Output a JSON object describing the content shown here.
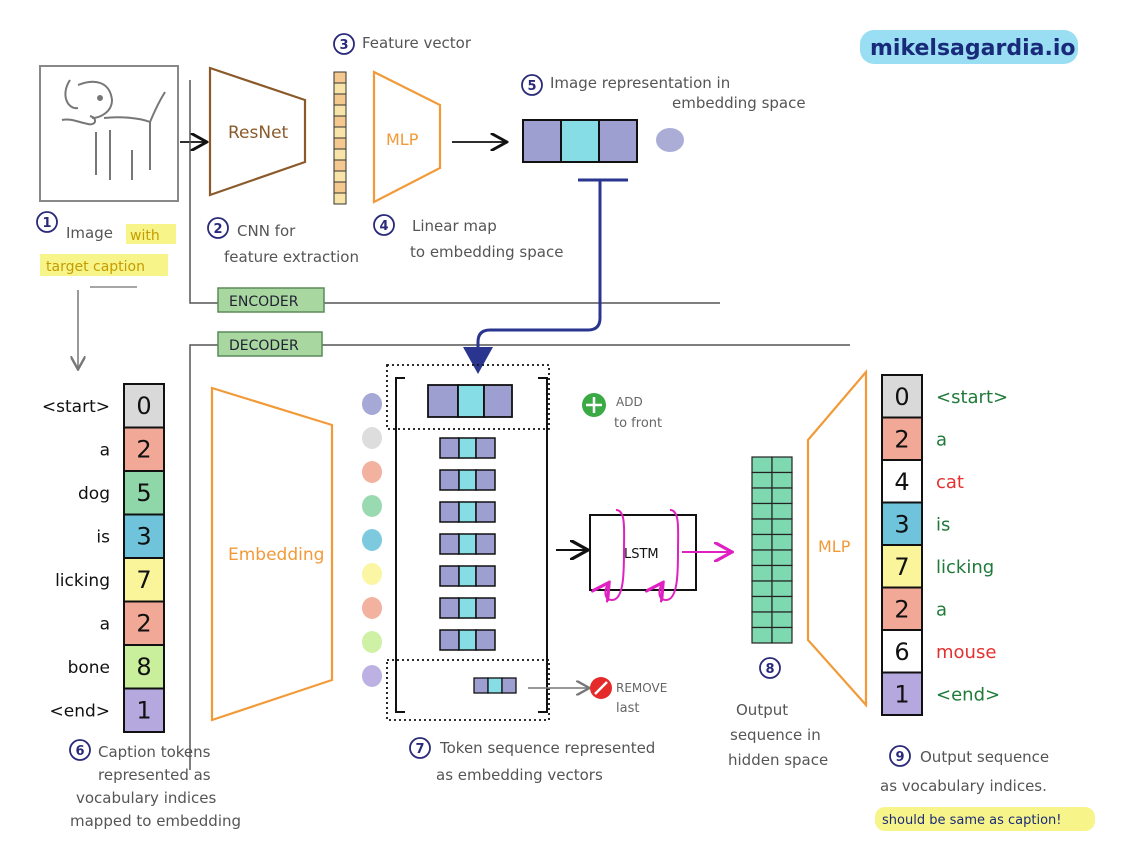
{
  "brand": "mikelsagardia.io",
  "steps": {
    "s1": {
      "num": "1",
      "label": "Image",
      "highlight1": "with",
      "highlight2": "target caption"
    },
    "s2": {
      "num": "2",
      "line1": "CNN for",
      "line2": "feature extraction",
      "block": "ResNet"
    },
    "s3": {
      "num": "3",
      "label": "Feature vector"
    },
    "s4": {
      "num": "4",
      "line1": "Linear map",
      "line2": "to embedding space",
      "block": "MLP"
    },
    "s5": {
      "num": "5",
      "line1": "Image representation in",
      "line2": "embedding space"
    },
    "s6": {
      "num": "6",
      "line1": "Caption tokens",
      "line2": "represented as",
      "line3": "vocabulary indices",
      "line4": "mapped to embedding"
    },
    "s7": {
      "num": "7",
      "line1": "Token sequence represented",
      "line2": "as embedding vectors"
    },
    "s8": {
      "num": "8",
      "line1": "Output",
      "line2": "sequence in",
      "line3": "hidden space"
    },
    "s9": {
      "num": "9",
      "line1": "Output sequence",
      "line2": "as vocabulary indices.",
      "highlight": "should be same as caption!"
    }
  },
  "sections": {
    "encoder": "ENCODER",
    "decoder": "DECODER"
  },
  "blocks": {
    "embedding": "Embedding",
    "lstm": "LSTM",
    "mlp_out": "MLP"
  },
  "actions": {
    "add_line1": "ADD",
    "add_line2": "to front",
    "remove_line1": "REMOVE",
    "remove_line2": "last"
  },
  "input_caption": [
    {
      "word": "<start>",
      "index": "0",
      "color": "#d9d9d9"
    },
    {
      "word": "a",
      "index": "2",
      "color": "#f2a896"
    },
    {
      "word": "dog",
      "index": "5",
      "color": "#8fd6a8"
    },
    {
      "word": "is",
      "index": "3",
      "color": "#6fc4dc"
    },
    {
      "word": "licking",
      "index": "7",
      "color": "#faf59a"
    },
    {
      "word": "a",
      "index": "2",
      "color": "#f2a896"
    },
    {
      "word": "bone",
      "index": "8",
      "color": "#c9ef9c"
    },
    {
      "word": "<end>",
      "index": "1",
      "color": "#b5a8df"
    }
  ],
  "output_caption": [
    {
      "word": "<start>",
      "index": "0",
      "color": "#d9d9d9",
      "word_color": "#1f7a3a"
    },
    {
      "word": "a",
      "index": "2",
      "color": "#f2a896",
      "word_color": "#1f7a3a"
    },
    {
      "word": "cat",
      "index": "4",
      "color": "#ffffff",
      "word_color": "#e53030"
    },
    {
      "word": "is",
      "index": "3",
      "color": "#6fc4dc",
      "word_color": "#1f7a3a"
    },
    {
      "word": "licking",
      "index": "7",
      "color": "#faf59a",
      "word_color": "#1f7a3a"
    },
    {
      "word": "a",
      "index": "2",
      "color": "#f2a896",
      "word_color": "#1f7a3a"
    },
    {
      "word": "mouse",
      "index": "6",
      "color": "#ffffff",
      "word_color": "#e53030"
    },
    {
      "word": "<end>",
      "index": "1",
      "color": "#b5a8df",
      "word_color": "#1f7a3a"
    }
  ],
  "colors": {
    "orange": "#f29a38",
    "brown": "#8b5a2b",
    "vec_purple": "#9c9fd0",
    "vec_cyan": "#87dde6",
    "encoder_tag": "#a8d8a0",
    "decoder_tag": "#a8d8a0",
    "navy_arrow": "#2a3590",
    "magenta": "#e020c0",
    "hidden_green": "#7fd9b0",
    "brand_highlight": "#7fd6ef",
    "yellow_highlight": "#f7f58a",
    "add_green": "#3aaa44",
    "remove_red": "#e52a2a"
  },
  "icons": [
    "dog-drawing-icon",
    "add-circle-icon",
    "remove-circle-icon"
  ]
}
